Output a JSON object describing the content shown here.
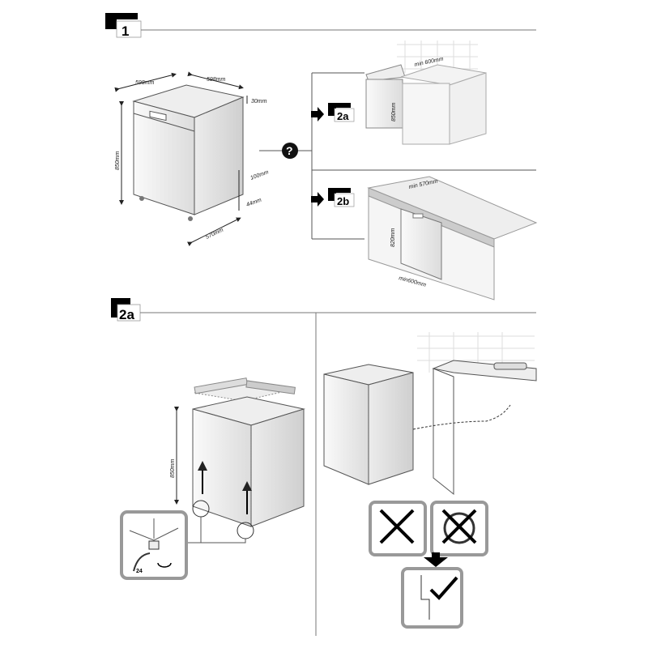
{
  "sections": {
    "step1": {
      "label": "1"
    },
    "step2a_header": {
      "label": "2a"
    },
    "question_mark": "?",
    "option_2a": {
      "label": "2a",
      "dim_width": "min 600mm",
      "dim_height": "850mm"
    },
    "option_2b": {
      "label": "2b",
      "dim_width": "min 570mm",
      "dim_height": "820mm",
      "dim_depth": "min600mm"
    }
  },
  "dimensions": {
    "width": "598mm",
    "depth_top": "598mm",
    "top_thickness": "30mm",
    "height": "850mm",
    "plinth": "100mm",
    "foot_offset": "44mm",
    "depth": "570mm"
  },
  "leveling": {
    "height": "850mm",
    "wrench_size": "24"
  },
  "colors": {
    "line": "#555555",
    "panel": "#e6e6e6",
    "frame": "#999999"
  }
}
